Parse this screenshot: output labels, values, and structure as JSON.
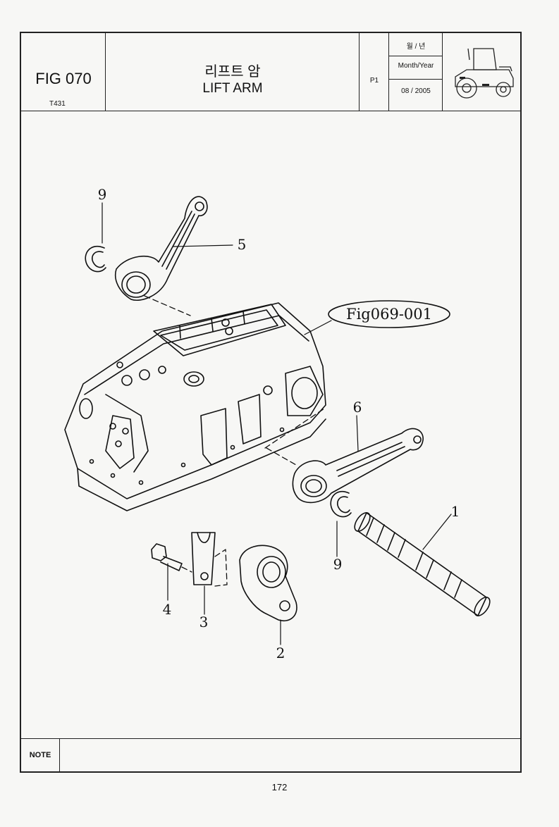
{
  "header": {
    "fig_no": "FIG 070",
    "model": "T431",
    "title_kr": "리프트 암",
    "title_en": "LIFT ARM",
    "page_id": "P1",
    "month_year_kr": "월 / 년",
    "month_year_label": "Month/Year",
    "date": "08 / 2005",
    "thumbnail_icon": "tractor-icon"
  },
  "diagram": {
    "reference": "Fig069-001",
    "callouts": [
      "1",
      "2",
      "3",
      "4",
      "5",
      "6",
      "9",
      "9"
    ]
  },
  "footer": {
    "note_label": "NOTE",
    "note_text": "",
    "page_number": "172"
  }
}
